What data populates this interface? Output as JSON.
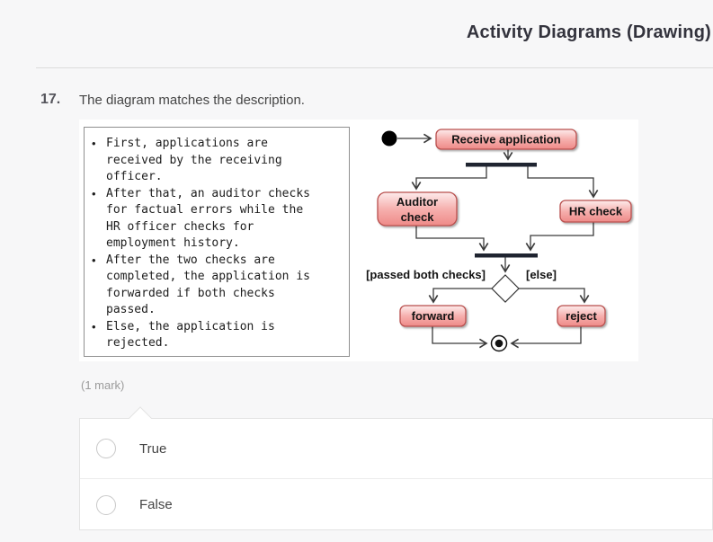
{
  "header": {
    "title": "Activity Diagrams (Drawing)"
  },
  "question": {
    "number": "17.",
    "text": "The diagram matches the description.",
    "marks_label": "(1 mark)"
  },
  "description": {
    "bullets": [
      "First, applications are received by the receiving officer.",
      "After that, an auditor checks for factual errors while the HR officer checks for employment history.",
      "After the two checks are completed, the application is forwarded if both checks passed.",
      "Else, the application is rejected."
    ]
  },
  "diagram": {
    "type": "uml-activity-diagram",
    "nodes": {
      "initial": "initial node",
      "receive": "Receive application",
      "auditor_lines": [
        "Auditor",
        "check"
      ],
      "hr": "HR check",
      "forward": "forward",
      "reject": "reject",
      "final": "final node"
    },
    "guards": {
      "passed": "[passed both checks]",
      "else": "[else]"
    },
    "colors": {
      "action_fill_top": "#fdecec",
      "action_fill_bottom": "#ee8a88",
      "action_border": "#b9504e",
      "sync_bar": "#1f2430",
      "edge": "#3a3a3a"
    }
  },
  "options": [
    {
      "label": "True",
      "selected": false
    },
    {
      "label": "False",
      "selected": false
    }
  ]
}
